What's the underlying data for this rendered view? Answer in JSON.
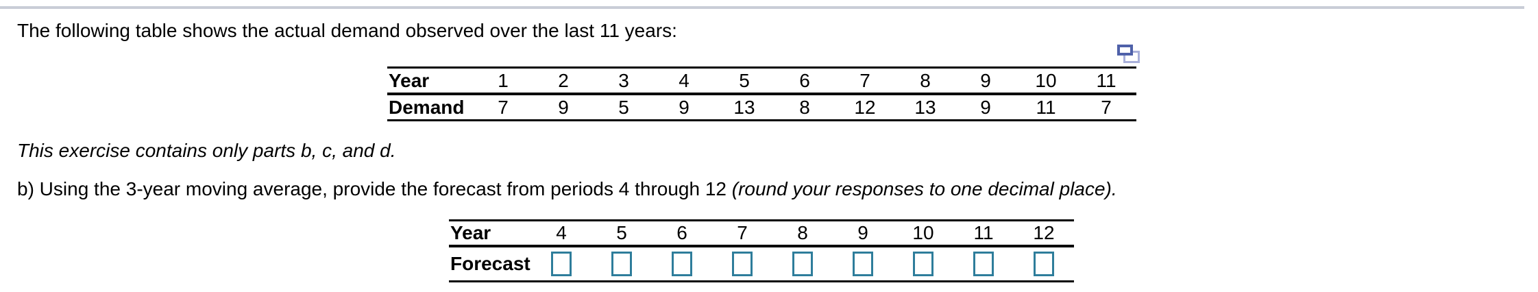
{
  "page": {
    "intro_text": "The following table shows the actual demand observed over the last 11 years:",
    "note_text": "This exercise contains only parts b, c, and d.",
    "part_b_text": "b) Using the 3-year moving average, provide the forecast from periods 4 through 12 ",
    "part_b_text_italic": "(round your responses to one decimal place)."
  },
  "icons": {
    "popup_table": "overlapping-windows-popup"
  },
  "colors": {
    "input_border": "#2e7d9b",
    "top_divider": "#c9cdd7",
    "icon_front": "#4f61a9",
    "icon_back": "#a9b0da",
    "table_border": "#000000"
  },
  "demand_table": {
    "row1_label": "Year",
    "row2_label": "Demand",
    "years": [
      "1",
      "2",
      "3",
      "4",
      "5",
      "6",
      "7",
      "8",
      "9",
      "10",
      "11"
    ],
    "values": [
      "7",
      "9",
      "5",
      "9",
      "13",
      "8",
      "12",
      "13",
      "9",
      "11",
      "7"
    ]
  },
  "forecast_table": {
    "row1_label": "Year",
    "row2_label": "Forecast",
    "years": [
      "4",
      "5",
      "6",
      "7",
      "8",
      "9",
      "10",
      "11",
      "12"
    ],
    "inputs": [
      "",
      "",
      "",
      "",
      "",
      "",
      "",
      "",
      ""
    ]
  }
}
